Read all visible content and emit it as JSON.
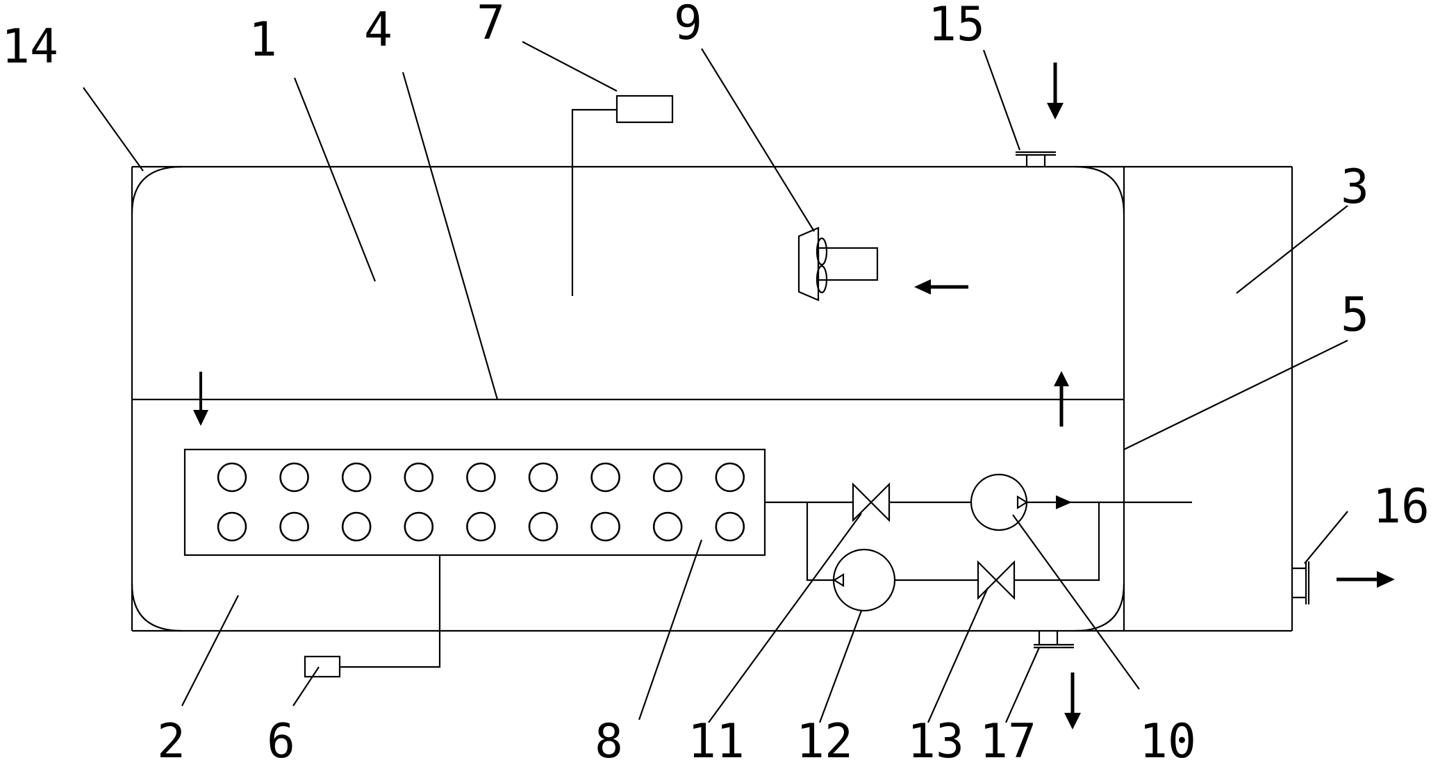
{
  "labels": {
    "l1": "1",
    "l2": "2",
    "l3": "3",
    "l4": "4",
    "l5": "5",
    "l6": "6",
    "l7": "7",
    "l8": "8",
    "l9": "9",
    "l10": "10",
    "l11": "11",
    "l12": "12",
    "l13": "13",
    "l14": "14",
    "l15": "15",
    "l16": "16",
    "l17": "17"
  },
  "tubes": {
    "rows": 2,
    "cols": 9
  },
  "colors": {
    "stroke": "#000000",
    "background": "#ffffff"
  }
}
